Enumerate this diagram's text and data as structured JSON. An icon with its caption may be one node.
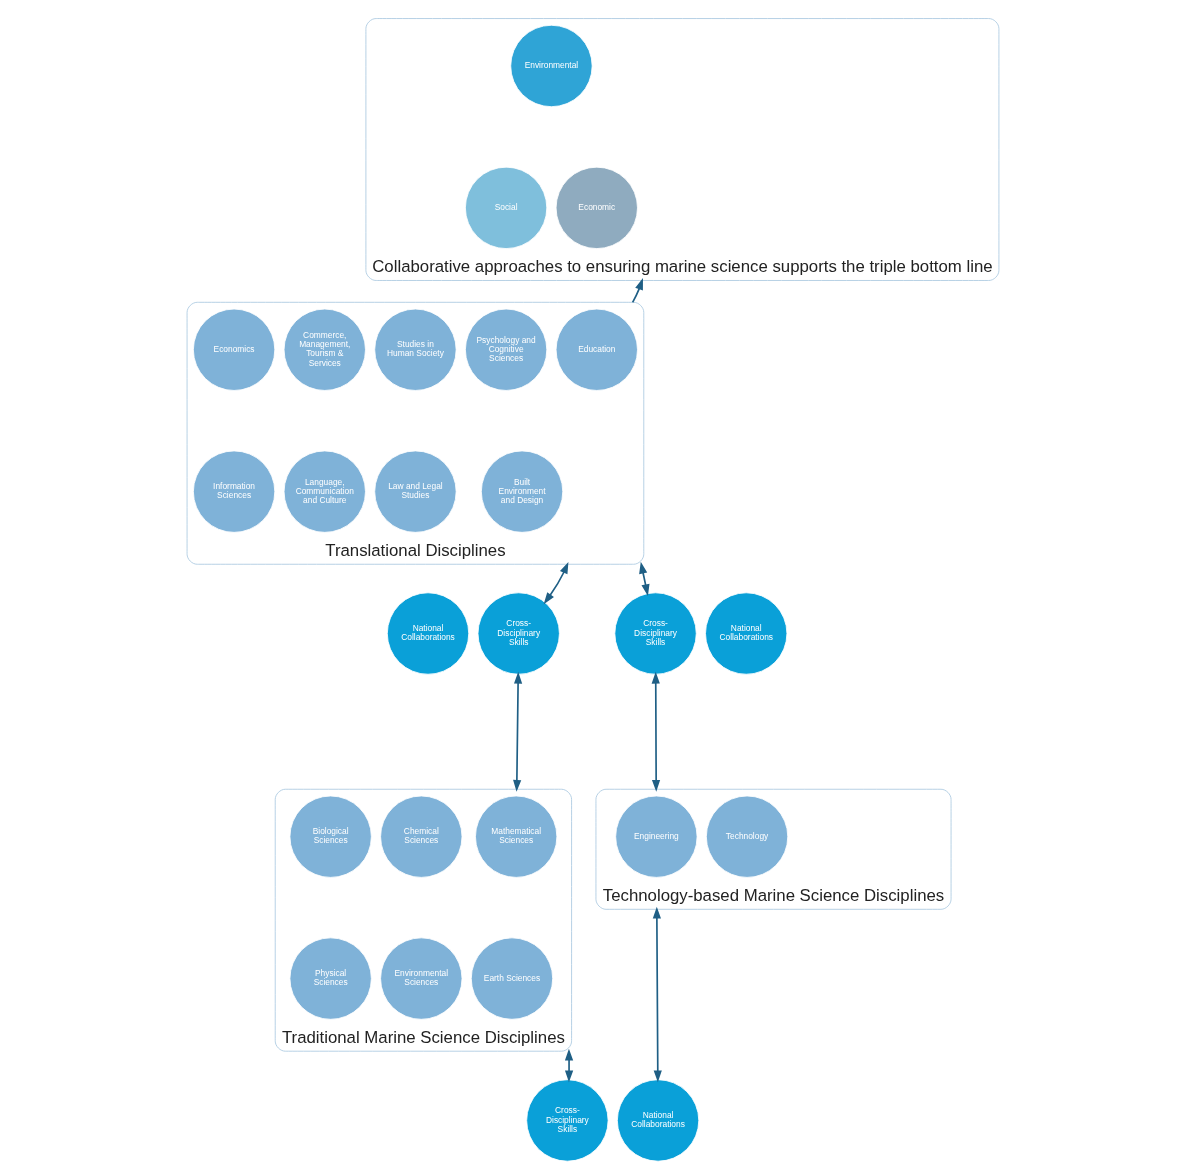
{
  "diagram": {
    "nodes": [
      {
        "text": [
          "Collaborative approaches to ensuring marine science supports the triple bottom line"
        ]
      },
      {
        "text": [
          "Environmental"
        ],
        "in": 0
      },
      {
        "text": [
          "Economic"
        ],
        "in": 0
      },
      {
        "text": [
          "Social"
        ],
        "in": 0
      },
      {
        "text": [
          "Translational Disciplines"
        ]
      },
      {
        "text": [
          "Education"
        ],
        "in": 4
      },
      {
        "text": [
          "Economics"
        ],
        "in": 4
      },
      {
        "text": [
          "Commerce, Management, Tourism & Services"
        ],
        "in": 4
      },
      {
        "text": [
          "Studies in Human Society"
        ],
        "in": 4
      },
      {
        "text": [
          "Psychology and Cognitive Sciences"
        ],
        "in": 4
      },
      {
        "text": [
          "Built Environment and Design"
        ],
        "in": 4
      },
      {
        "text": [
          "Information Sciences"
        ],
        "in": 4
      },
      {
        "text": [
          "Language, Communication and Culture"
        ],
        "in": 4
      },
      {
        "text": [
          "Law and Legal Studies"
        ],
        "in": 4
      },
      {
        "text": [
          "National Collaborations"
        ]
      },
      {
        "text": [
          "Cross-Disciplinary Skills"
        ]
      },
      {
        "text": [
          "Cross-Disciplinary Skills"
        ]
      },
      {
        "text": [
          "National Collaborations"
        ]
      },
      {
        "text": [
          "Traditional Marine Science Disciplines"
        ]
      },
      {
        "text": [
          "Mathematical Sciences"
        ],
        "in": 18
      },
      {
        "text": [
          "Biological Sciences"
        ],
        "in": 18
      },
      {
        "text": [
          "Chemical Sciences"
        ],
        "in": 18
      },
      {
        "text": [
          "Earth Sciences"
        ],
        "in": 18
      },
      {
        "text": [
          "Physical Sciences"
        ],
        "in": 18
      },
      {
        "text": [
          "Environmental Sciences"
        ],
        "in": 18
      },
      {
        "text": [
          "Technology-based Marine Science Disciplines"
        ]
      },
      {
        "text": [
          "Engineering"
        ],
        "in": 25
      },
      {
        "text": [
          "Technology"
        ],
        "in": 25
      },
      {
        "text": [
          "Cross-Disciplinary Skills"
        ]
      },
      {
        "text": [
          "National Collaborations"
        ]
      }
    ],
    "edges": [
      {
        "from": 4,
        "to": 0,
        "arrow": "to"
      },
      {
        "from": 4,
        "to": 15,
        "arrow": "both"
      },
      {
        "from": 15,
        "to": 18,
        "arrow": "both"
      },
      {
        "from": 18,
        "to": 28,
        "arrow": "both"
      },
      {
        "from": 25,
        "to": 29,
        "arrow": "both"
      },
      {
        "from": 16,
        "to": 25,
        "arrow": "both"
      },
      {
        "from": 4,
        "to": 16,
        "arrow": "both"
      }
    ]
  }
}
